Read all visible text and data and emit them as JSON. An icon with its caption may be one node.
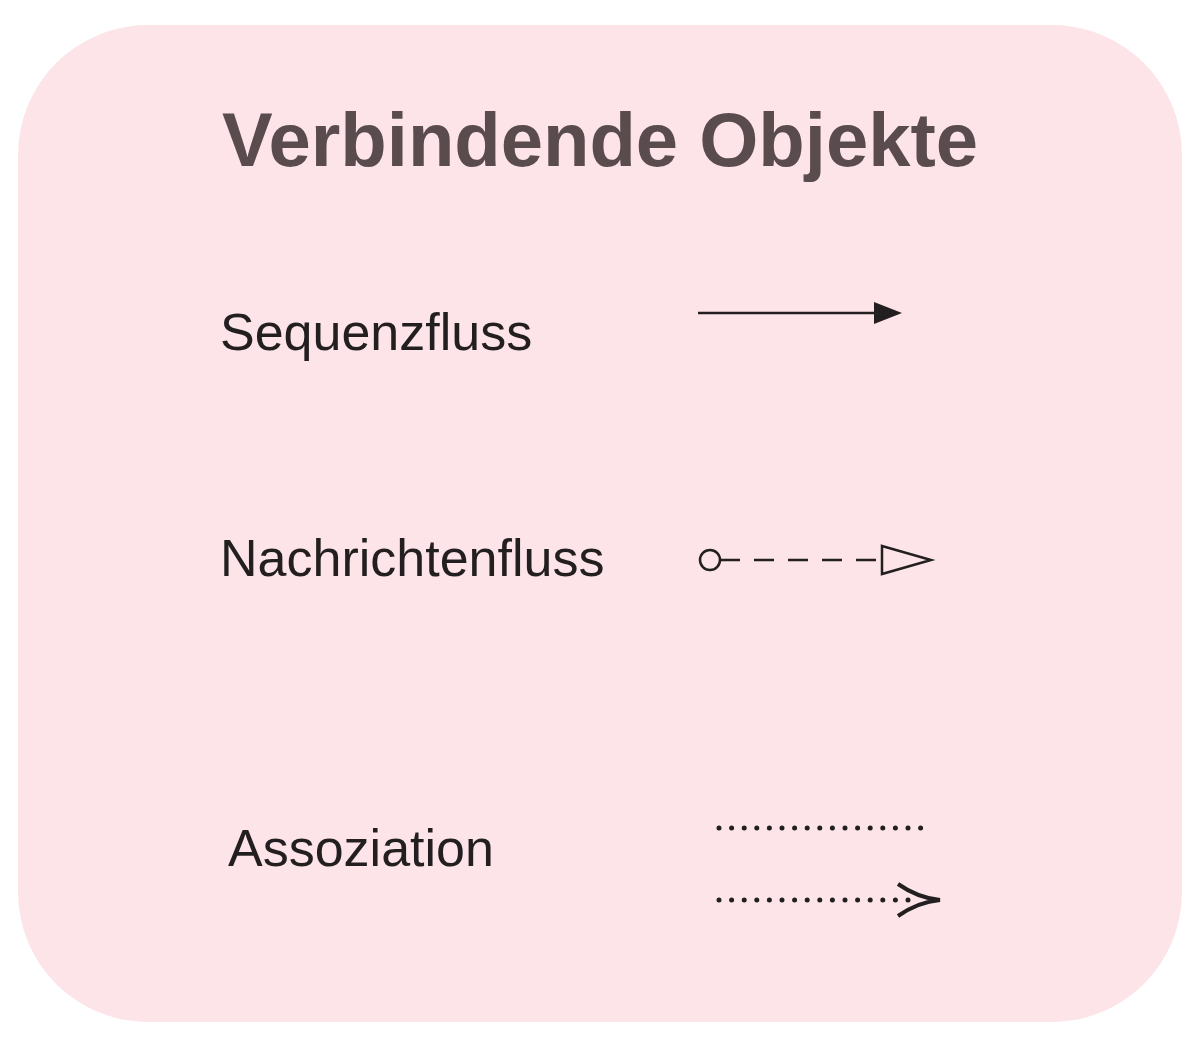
{
  "diagram": {
    "title": "Verbindende Objekte",
    "legend": [
      {
        "text": "Sequenzfluss"
      },
      {
        "text": "Nachrichtenfluss"
      },
      {
        "text": "Assoziation"
      }
    ]
  }
}
